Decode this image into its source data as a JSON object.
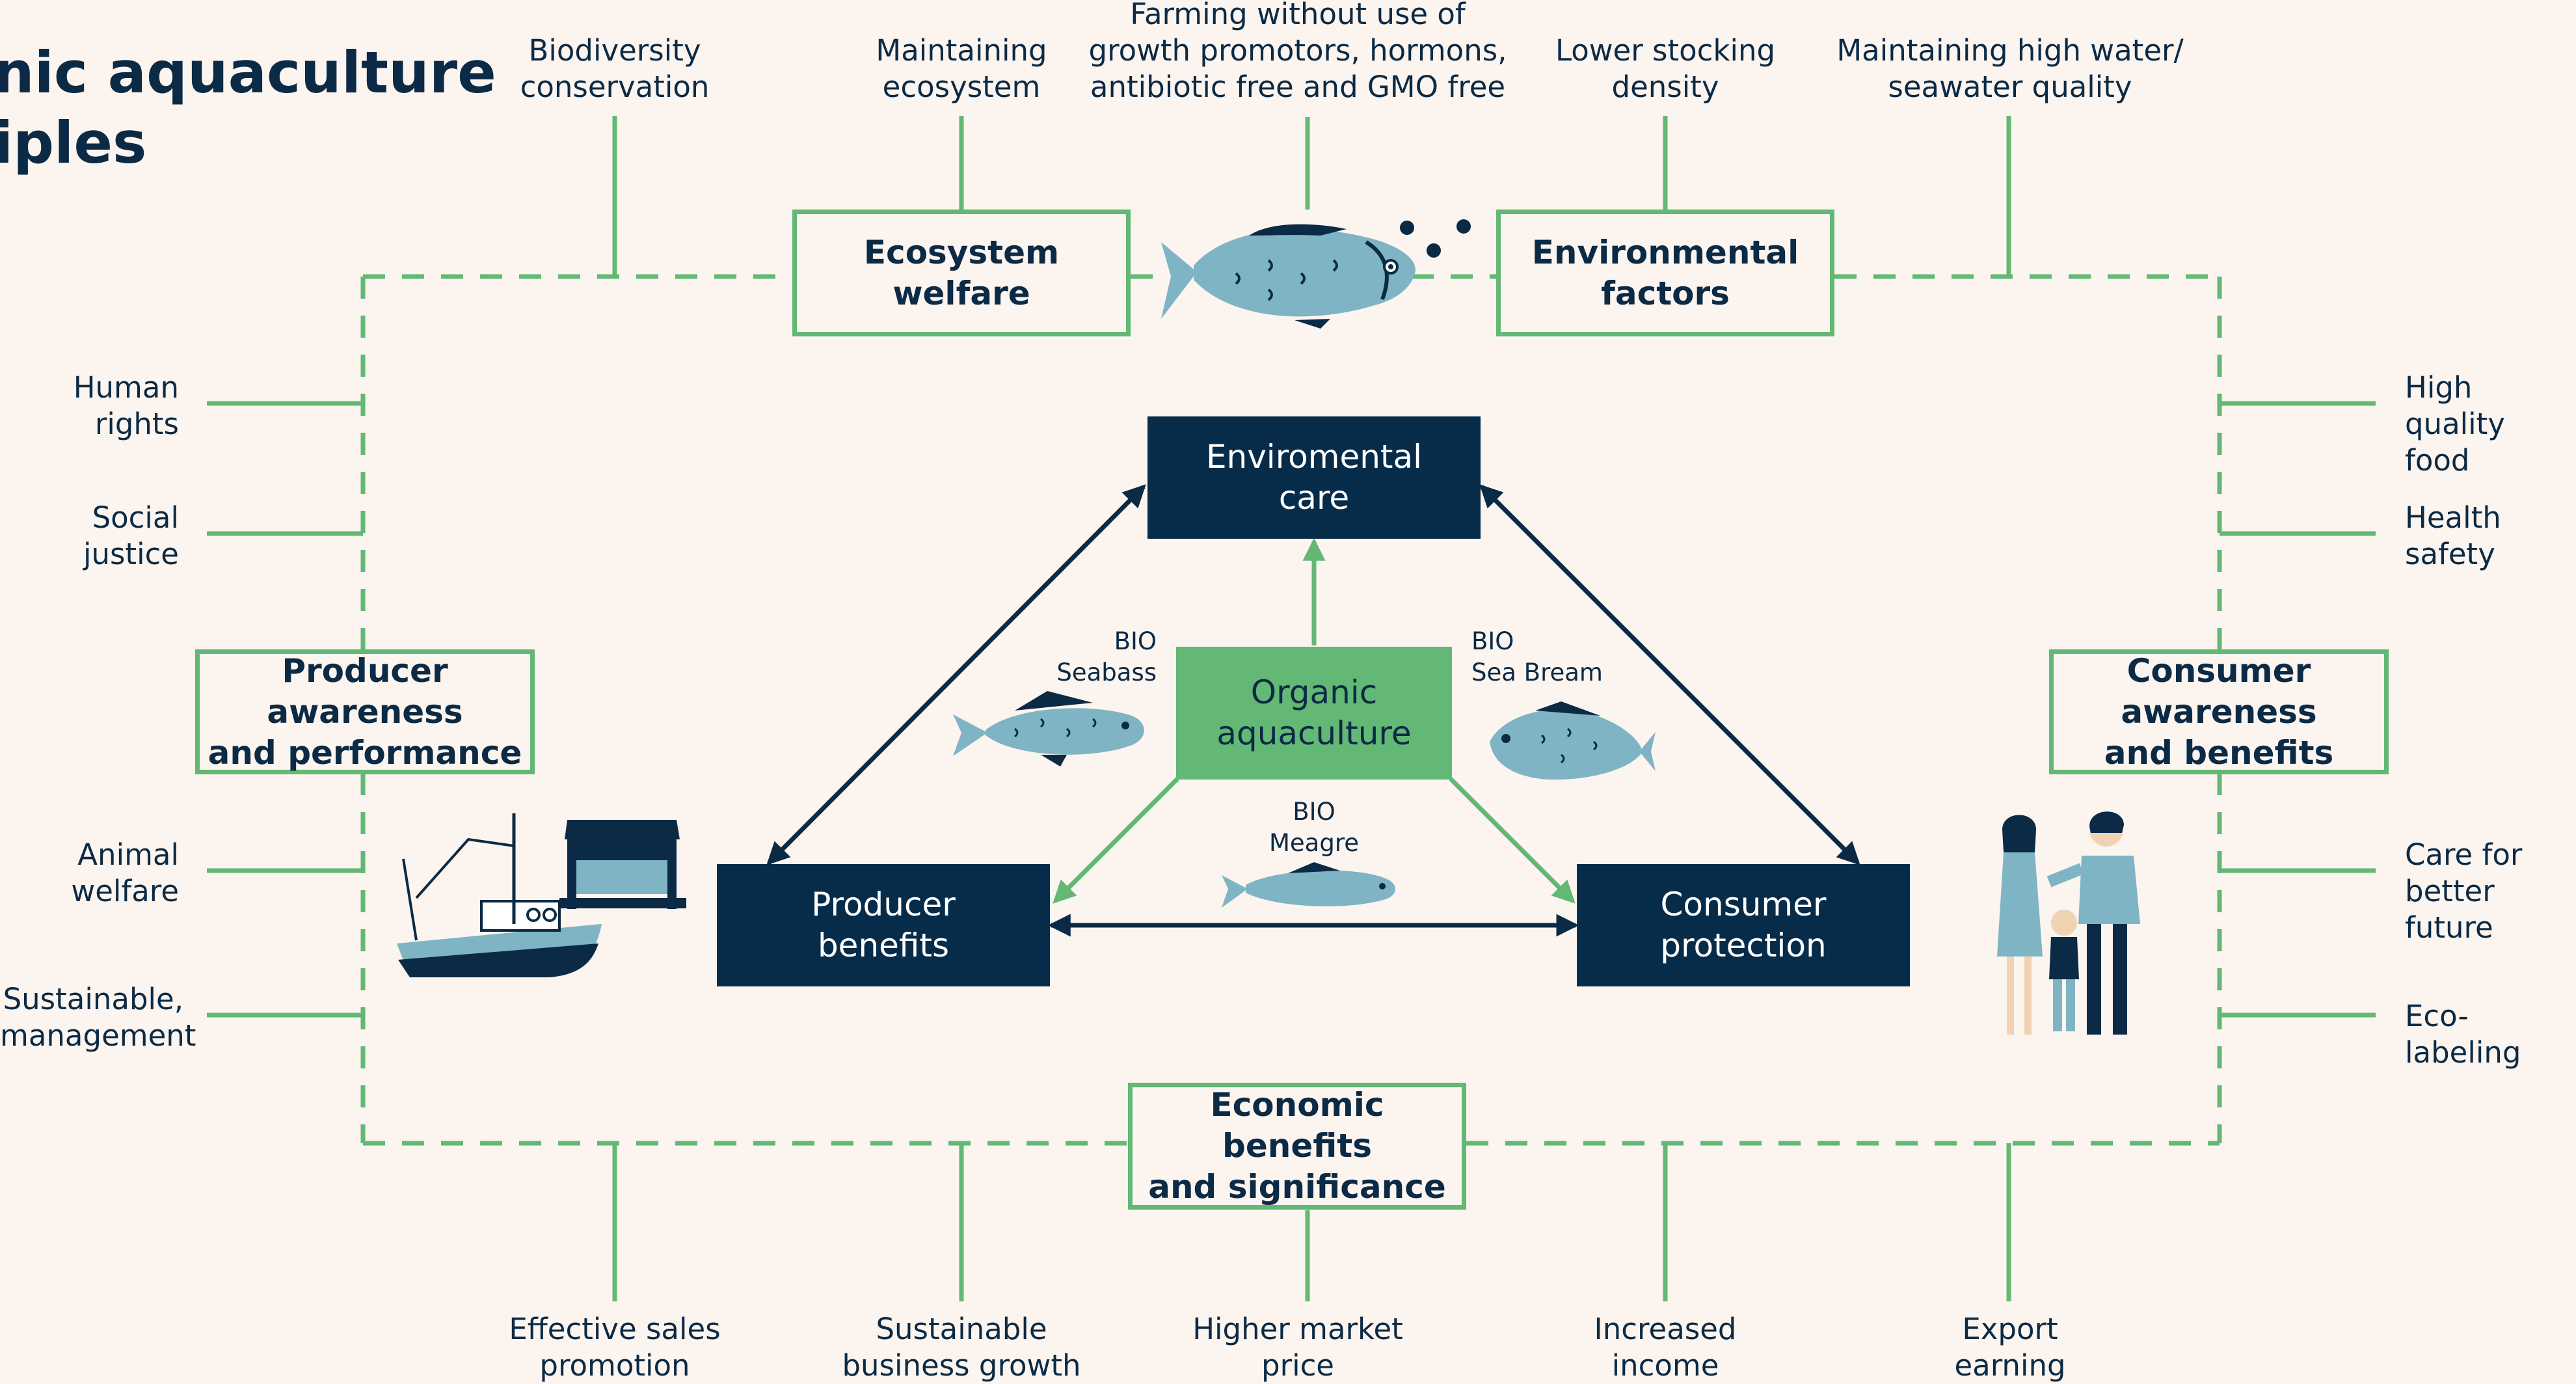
{
  "title": "nic aquaculture\niples",
  "top_labels": {
    "biodiversity": "Biodiversity\nconservation",
    "maintaining_ecosystem": "Maintaining\necosystem",
    "farming": "Farming without use of\ngrowth promotors, hormons,\nantibiotic free and GMO free",
    "stocking": "Lower stocking\ndensity",
    "water": "Maintaining high water/\nseawater quality"
  },
  "left_labels": {
    "human_rights": "Human\nrights",
    "social_justice": "Social\njustice",
    "animal_welfare": "Animal\nwelfare",
    "sustainable_management": "Sustainable,\nmanagement"
  },
  "right_labels": {
    "high_quality_food": "High quality\nfood",
    "health_safety": "Health\nsafety",
    "care_future": "Care for\nbetter future",
    "eco_labeling": "Eco-labeling"
  },
  "bottom_labels": {
    "sales": "Effective sales\npromotion",
    "growth": "Sustainable\nbusiness growth",
    "price": "Higher market\nprice",
    "income": "Increased\nincome",
    "export": "Export\nearning"
  },
  "outline_boxes": {
    "ecosystem_welfare": "Ecosystem\nwelfare",
    "environmental_factors": "Environmental\nfactors",
    "producer_awareness": "Producer awareness\nand performance",
    "consumer_awareness": "Consumer awareness\nand benefits",
    "economic_benefits": "Economic benefits\nand significance"
  },
  "core_boxes": {
    "environmental_care": "Enviromental\ncare",
    "organic_aquaculture": "Organic\naquaculture",
    "producer_benefits": "Producer\nbenefits",
    "consumer_protection": "Consumer\nprotection"
  },
  "fish_labels": {
    "seabass": "BIO\nSeabass",
    "sea_bream": "BIO\nSea Bream",
    "meagre": "BIO\nMeagre"
  },
  "colors": {
    "background": "#fbf4ef",
    "green": "#62b874",
    "navy": "#072c4a",
    "fish": "#7fb4c4",
    "fish_dark": "#0b2a45"
  }
}
